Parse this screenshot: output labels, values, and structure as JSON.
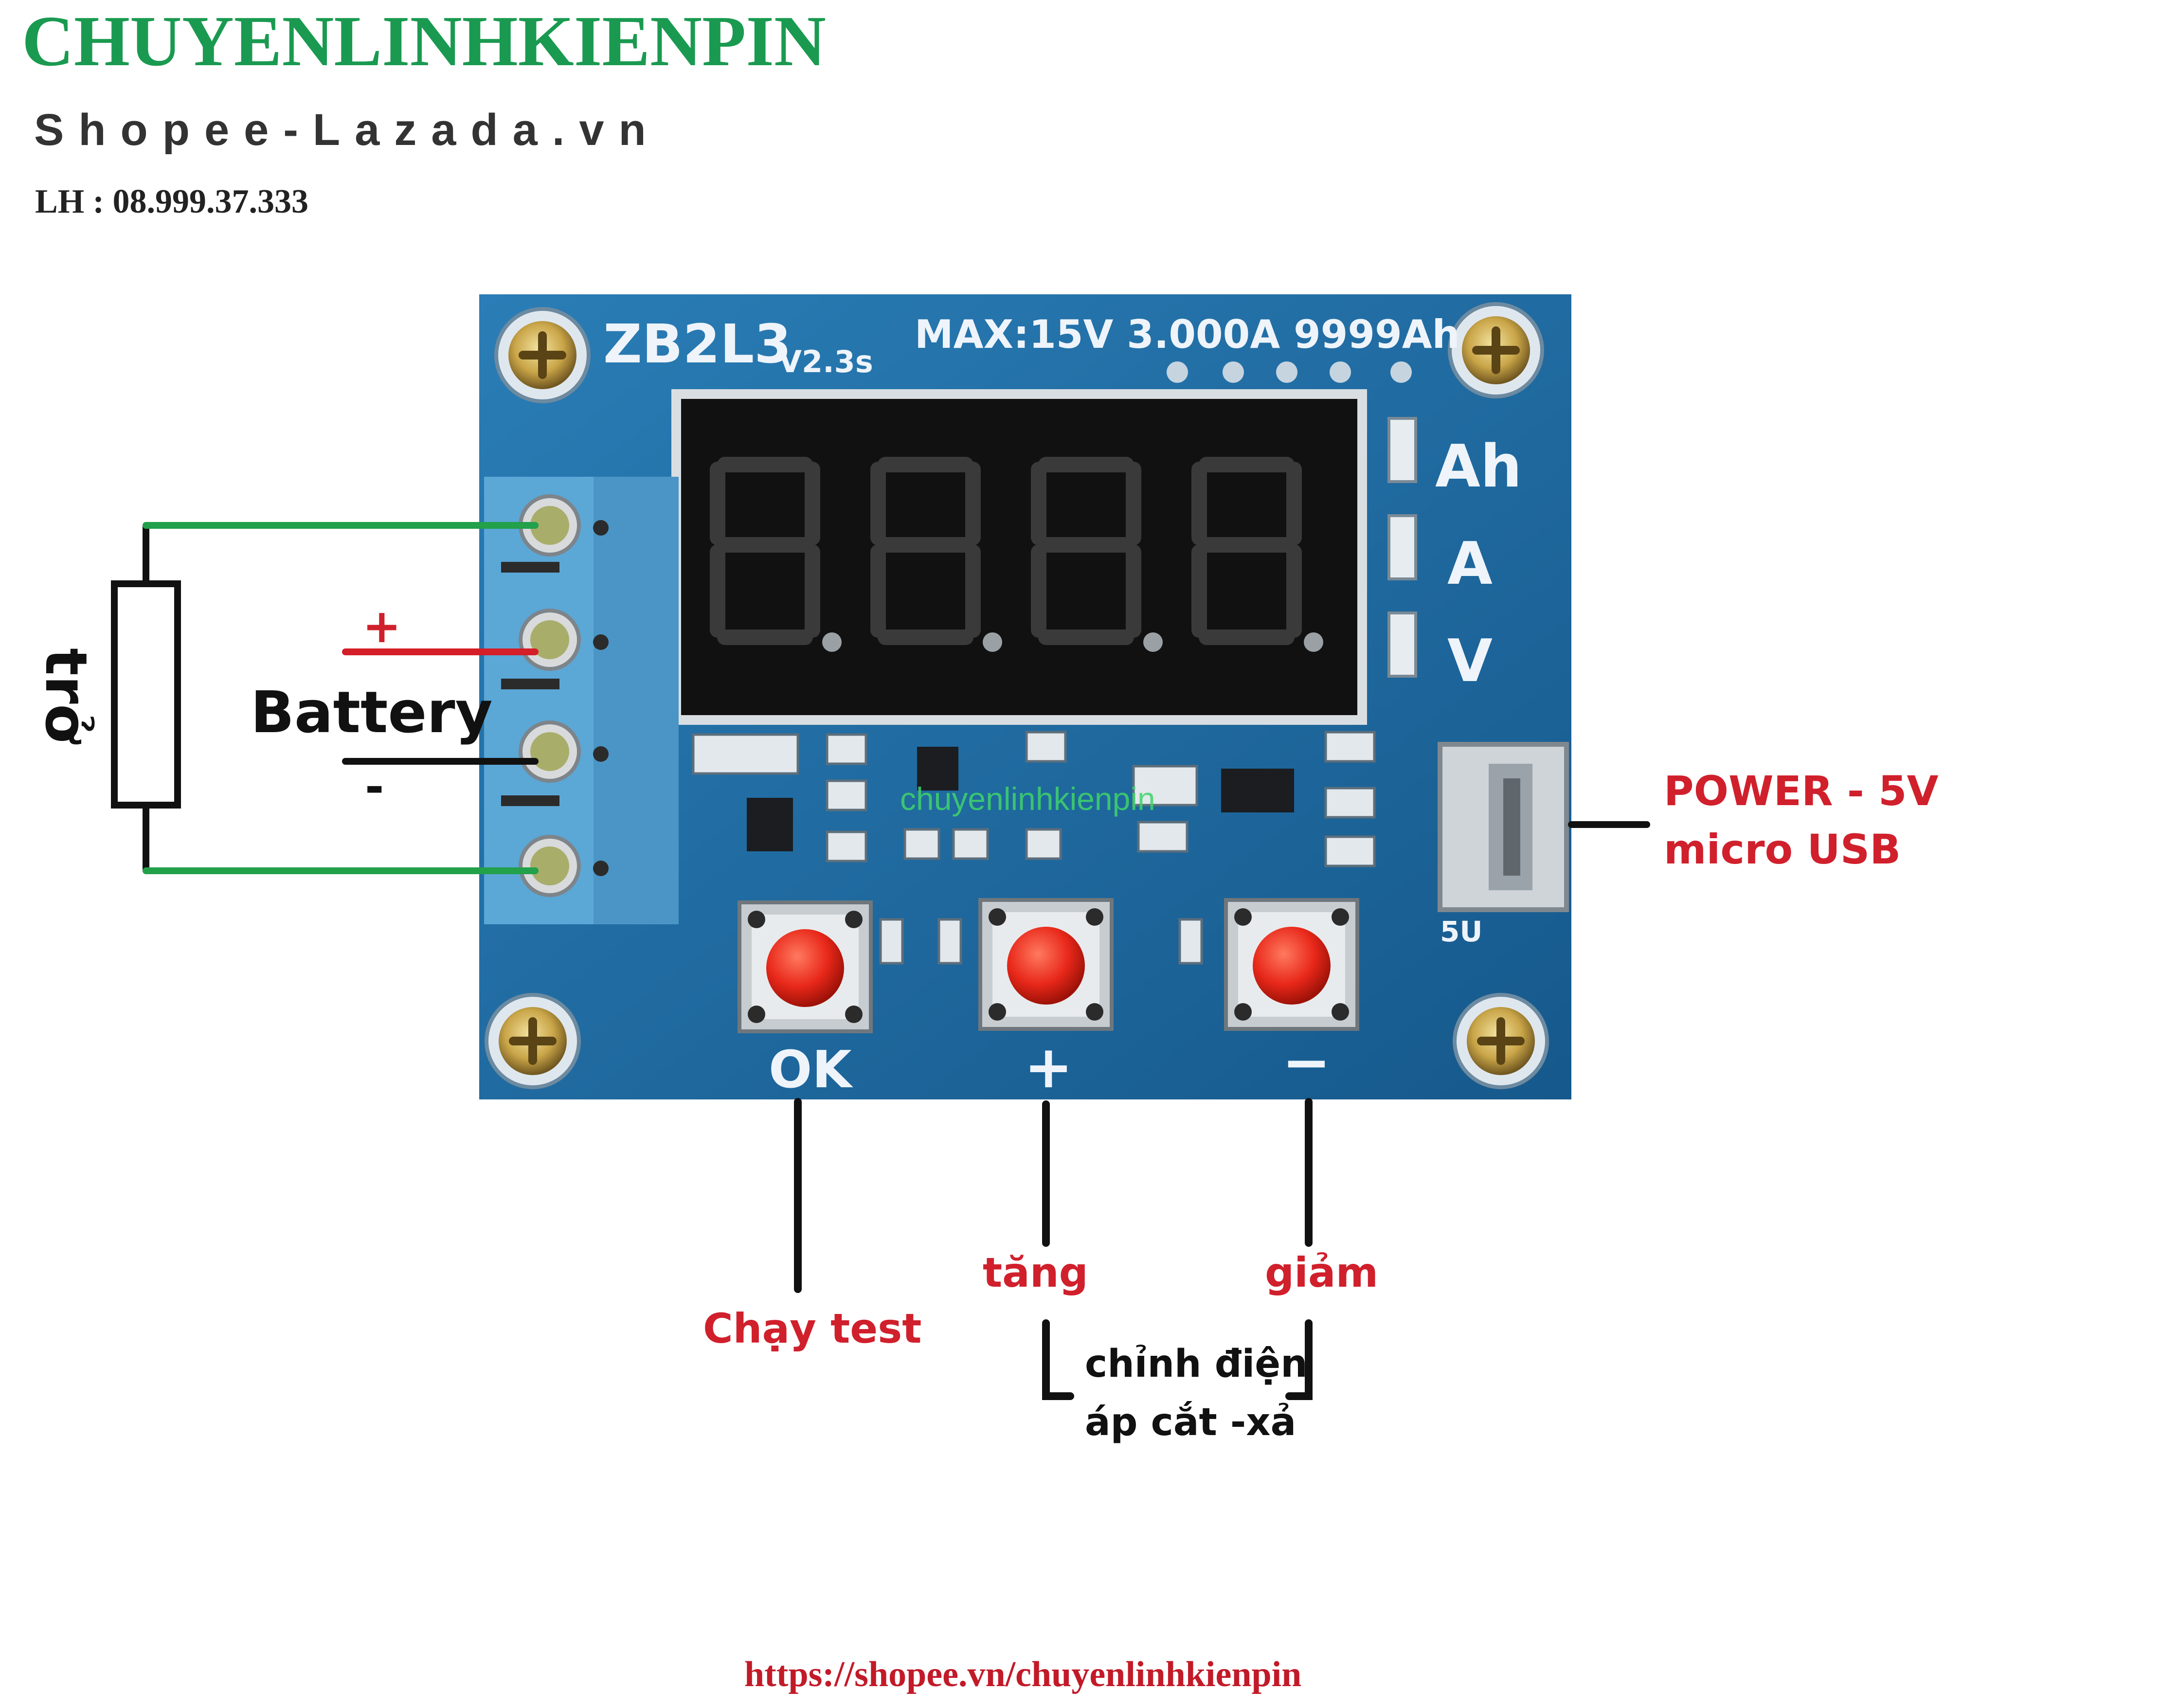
{
  "header": {
    "brand": "CHUYENLINHKIENPIN",
    "subtitle": "Shopee-Lazada.vn",
    "phone": "LH : 08.999.37.333"
  },
  "footer": {
    "url": "https://shopee.vn/chuyenlinhkienpin"
  },
  "board": {
    "model": "ZB2L3",
    "version": "V2.3s",
    "spec": "MAX:15V 3.000A 9999Ah",
    "unit_ah": "Ah",
    "unit_a": "A",
    "unit_v": "V",
    "watermark": "chuyenlinhkienpin",
    "usb_label": "5U",
    "button_ok": "OK",
    "button_plus": "+",
    "button_minus": "−"
  },
  "labels": {
    "resistor": "trở",
    "battery": "Battery",
    "plus": "+",
    "minus": "-",
    "power_line1": "POWER - 5V",
    "power_line2": "micro USB",
    "run_test": "Chạy test",
    "increase": "tăng",
    "decrease": "giảm",
    "adjust_line1": "chỉnh điện",
    "adjust_line2": "áp cắt -xả"
  },
  "colors": {
    "pcb": "#1f6fa6",
    "wire_green": "#22a04a",
    "wire_red": "#d41e28",
    "label_red": "#d0202c",
    "brand_green": "#1a9a50"
  }
}
